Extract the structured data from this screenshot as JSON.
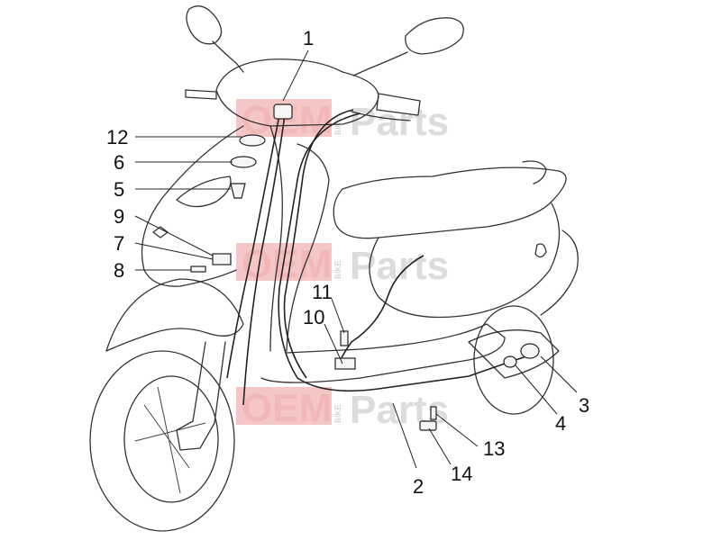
{
  "watermark": {
    "oem": "OEM",
    "bike": "BIKE",
    "parts": "Parts"
  },
  "callouts": [
    "1",
    "2",
    "3",
    "4",
    "5",
    "6",
    "7",
    "8",
    "9",
    "10",
    "11",
    "12",
    "13",
    "14"
  ]
}
